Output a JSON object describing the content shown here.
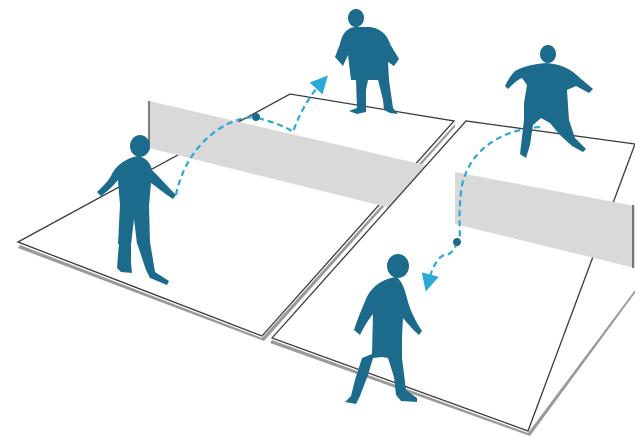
{
  "colors": {
    "background": "#ffffff",
    "court_fill": "#ffffff",
    "court_line": "#3a3a3a",
    "court_shadow": "#9a9a9a",
    "net": "#d9d9d9",
    "net_post": "#555555",
    "player": "#1c6b8c",
    "ball_path": "#2aa8d8",
    "ball": "#1c6b8c"
  },
  "icons": {
    "player": "player-silhouette-icon",
    "ball": "ball-icon",
    "arrow": "arrowhead-icon"
  },
  "courts": [
    {
      "name": "left-court",
      "players": [
        "server",
        "receiver"
      ]
    },
    {
      "name": "right-court",
      "players": [
        "server",
        "receiver"
      ]
    }
  ]
}
